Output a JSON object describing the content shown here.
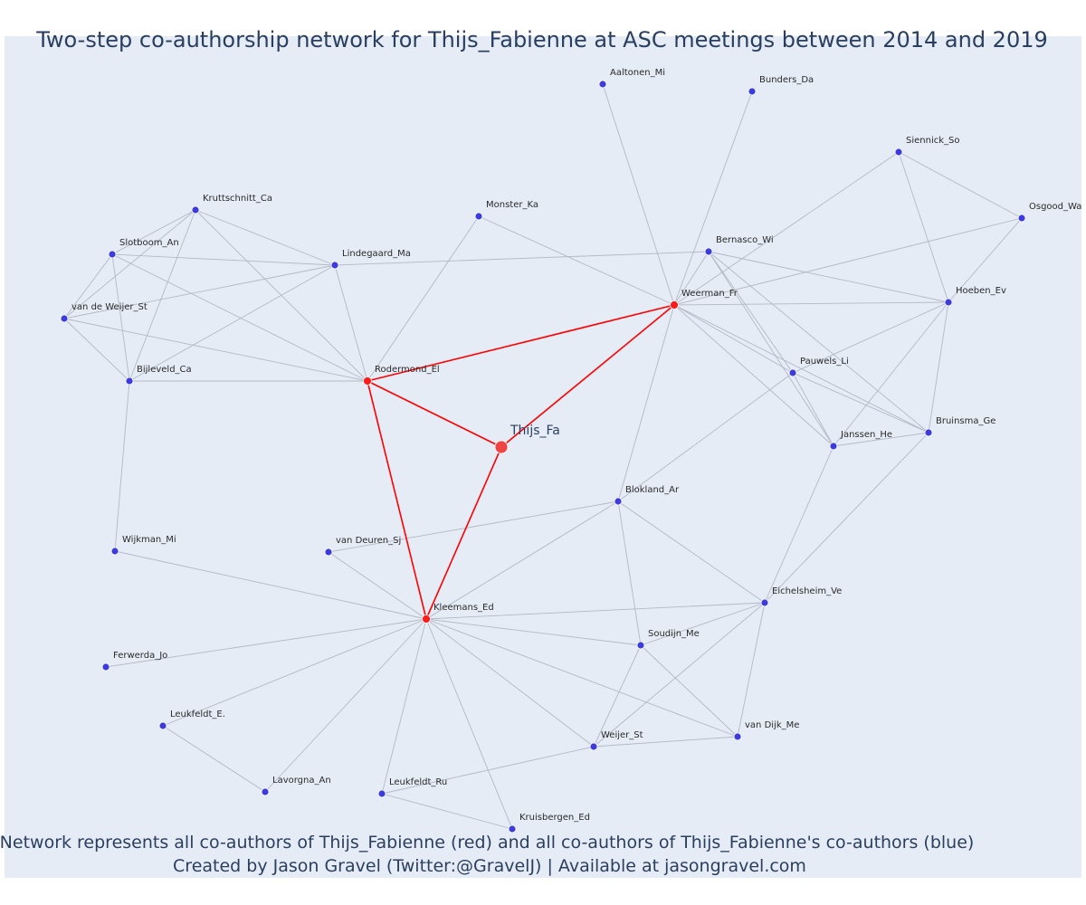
{
  "title": "Two-step co-authorship network for Thijs_Fabienne at ASC meetings between 2014 and 2019",
  "caption_line1": "Network represents all co-authors of Thijs_Fabienne (red) and all co-authors of Thijs_Fabienne's co-authors (blue)",
  "caption_line2": "Created by Jason Gravel (Twitter:@GravelJ) | Available at jasongravel.com",
  "colors": {
    "background": "#e5ecf6",
    "center_node": "#ef4444",
    "first_step_node": "#ff1a1a",
    "second_step_node": "#3b3bde",
    "red_edge": "#ff0000",
    "grey_edge": "#b4b8c6",
    "node_outline": "#ffffff"
  },
  "nodes": [
    {
      "id": "Thijs_Fa",
      "group": "center"
    },
    {
      "id": "Rodermond_El",
      "group": "first"
    },
    {
      "id": "Weerman_Fr",
      "group": "first"
    },
    {
      "id": "Kleemans_Ed",
      "group": "first"
    },
    {
      "id": "Aaltonen_Mi",
      "group": "second"
    },
    {
      "id": "Bunders_Da",
      "group": "second"
    },
    {
      "id": "Siennick_So",
      "group": "second"
    },
    {
      "id": "Osgood_Wa",
      "group": "second"
    },
    {
      "id": "Kruttschnitt_Ca",
      "group": "second"
    },
    {
      "id": "Monster_Ka",
      "group": "second"
    },
    {
      "id": "Slotboom_An",
      "group": "second"
    },
    {
      "id": "Lindegaard_Ma",
      "group": "second"
    },
    {
      "id": "Bernasco_Wi",
      "group": "second"
    },
    {
      "id": "Hoeben_Ev",
      "group": "second"
    },
    {
      "id": "van de Weijer_St",
      "group": "second"
    },
    {
      "id": "Bijleveld_Ca",
      "group": "second"
    },
    {
      "id": "Pauwels_Li",
      "group": "second"
    },
    {
      "id": "Bruinsma_Ge",
      "group": "second"
    },
    {
      "id": "Janssen_He",
      "group": "second"
    },
    {
      "id": "Blokland_Ar",
      "group": "second"
    },
    {
      "id": "Wijkman_Mi",
      "group": "second"
    },
    {
      "id": "van Deuren_Sj",
      "group": "second"
    },
    {
      "id": "Eichelsheim_Ve",
      "group": "second"
    },
    {
      "id": "Soudijn_Me",
      "group": "second"
    },
    {
      "id": "Ferwerda_Jo",
      "group": "second"
    },
    {
      "id": "Leukfeldt_E.",
      "group": "second"
    },
    {
      "id": "van Dijk_Me",
      "group": "second"
    },
    {
      "id": "Weijer_St",
      "group": "second"
    },
    {
      "id": "Lavorgna_An",
      "group": "second"
    },
    {
      "id": "Leukfeldt_Ru",
      "group": "second"
    },
    {
      "id": "Kruisbergen_Ed",
      "group": "second"
    }
  ],
  "edges": [
    [
      "Thijs_Fa",
      "Rodermond_El",
      "red"
    ],
    [
      "Thijs_Fa",
      "Weerman_Fr",
      "red"
    ],
    [
      "Thijs_Fa",
      "Kleemans_Ed",
      "red"
    ],
    [
      "Rodermond_El",
      "Weerman_Fr",
      "red"
    ],
    [
      "Rodermond_El",
      "Kleemans_Ed",
      "red"
    ],
    [
      "Kruttschnitt_Ca",
      "Lindegaard_Ma",
      "grey"
    ],
    [
      "Kruttschnitt_Ca",
      "Rodermond_El",
      "grey"
    ],
    [
      "Kruttschnitt_Ca",
      "Slotboom_An",
      "grey"
    ],
    [
      "Kruttschnitt_Ca",
      "van de Weijer_St",
      "grey"
    ],
    [
      "Kruttschnitt_Ca",
      "Bijleveld_Ca",
      "grey"
    ],
    [
      "Slotboom_An",
      "Lindegaard_Ma",
      "grey"
    ],
    [
      "Slotboom_An",
      "Rodermond_El",
      "grey"
    ],
    [
      "Slotboom_An",
      "van de Weijer_St",
      "grey"
    ],
    [
      "Slotboom_An",
      "Bijleveld_Ca",
      "grey"
    ],
    [
      "van de Weijer_St",
      "Lindegaard_Ma",
      "grey"
    ],
    [
      "van de Weijer_St",
      "Rodermond_El",
      "grey"
    ],
    [
      "van de Weijer_St",
      "Bijleveld_Ca",
      "grey"
    ],
    [
      "Bijleveld_Ca",
      "Lindegaard_Ma",
      "grey"
    ],
    [
      "Bijleveld_Ca",
      "Rodermond_El",
      "grey"
    ],
    [
      "Bijleveld_Ca",
      "Wijkman_Mi",
      "grey"
    ],
    [
      "Lindegaard_Ma",
      "Rodermond_El",
      "grey"
    ],
    [
      "Lindegaard_Ma",
      "Bernasco_Wi",
      "grey"
    ],
    [
      "Monster_Ka",
      "Rodermond_El",
      "grey"
    ],
    [
      "Monster_Ka",
      "Weerman_Fr",
      "grey"
    ],
    [
      "Aaltonen_Mi",
      "Weerman_Fr",
      "grey"
    ],
    [
      "Bunders_Da",
      "Weerman_Fr",
      "grey"
    ],
    [
      "Siennick_So",
      "Weerman_Fr",
      "grey"
    ],
    [
      "Siennick_So",
      "Osgood_Wa",
      "grey"
    ],
    [
      "Siennick_So",
      "Hoeben_Ev",
      "grey"
    ],
    [
      "Osgood_Wa",
      "Weerman_Fr",
      "grey"
    ],
    [
      "Osgood_Wa",
      "Hoeben_Ev",
      "grey"
    ],
    [
      "Bernasco_Wi",
      "Weerman_Fr",
      "grey"
    ],
    [
      "Bernasco_Wi",
      "Hoeben_Ev",
      "grey"
    ],
    [
      "Bernasco_Wi",
      "Pauwels_Li",
      "grey"
    ],
    [
      "Bernasco_Wi",
      "Janssen_He",
      "grey"
    ],
    [
      "Bernasco_Wi",
      "Bruinsma_Ge",
      "grey"
    ],
    [
      "Weerman_Fr",
      "Hoeben_Ev",
      "grey"
    ],
    [
      "Weerman_Fr",
      "Pauwels_Li",
      "grey"
    ],
    [
      "Weerman_Fr",
      "Janssen_He",
      "grey"
    ],
    [
      "Weerman_Fr",
      "Bruinsma_Ge",
      "grey"
    ],
    [
      "Weerman_Fr",
      "Blokland_Ar",
      "grey"
    ],
    [
      "Hoeben_Ev",
      "Pauwels_Li",
      "grey"
    ],
    [
      "Hoeben_Ev",
      "Janssen_He",
      "grey"
    ],
    [
      "Hoeben_Ev",
      "Bruinsma_Ge",
      "grey"
    ],
    [
      "Pauwels_Li",
      "Janssen_He",
      "grey"
    ],
    [
      "Pauwels_Li",
      "Bruinsma_Ge",
      "grey"
    ],
    [
      "Pauwels_Li",
      "Blokland_Ar",
      "grey"
    ],
    [
      "Janssen_He",
      "Bruinsma_Ge",
      "grey"
    ],
    [
      "Janssen_He",
      "Eichelsheim_Ve",
      "grey"
    ],
    [
      "Bruinsma_Ge",
      "Eichelsheim_Ve",
      "grey"
    ],
    [
      "Blokland_Ar",
      "van Deuren_Sj",
      "grey"
    ],
    [
      "Blokland_Ar",
      "Kleemans_Ed",
      "grey"
    ],
    [
      "Blokland_Ar",
      "Eichelsheim_Ve",
      "grey"
    ],
    [
      "Blokland_Ar",
      "Soudijn_Me",
      "grey"
    ],
    [
      "Wijkman_Mi",
      "Kleemans_Ed",
      "grey"
    ],
    [
      "van Deuren_Sj",
      "Kleemans_Ed",
      "grey"
    ],
    [
      "Kleemans_Ed",
      "Eichelsheim_Ve",
      "grey"
    ],
    [
      "Kleemans_Ed",
      "Soudijn_Me",
      "grey"
    ],
    [
      "Kleemans_Ed",
      "Ferwerda_Jo",
      "grey"
    ],
    [
      "Kleemans_Ed",
      "Leukfeldt_E.",
      "grey"
    ],
    [
      "Kleemans_Ed",
      "Lavorgna_An",
      "grey"
    ],
    [
      "Kleemans_Ed",
      "Leukfeldt_Ru",
      "grey"
    ],
    [
      "Kleemans_Ed",
      "Kruisbergen_Ed",
      "grey"
    ],
    [
      "Kleemans_Ed",
      "Weijer_St",
      "grey"
    ],
    [
      "Kleemans_Ed",
      "van Dijk_Me",
      "grey"
    ],
    [
      "Eichelsheim_Ve",
      "Soudijn_Me",
      "grey"
    ],
    [
      "Eichelsheim_Ve",
      "van Dijk_Me",
      "grey"
    ],
    [
      "Eichelsheim_Ve",
      "Weijer_St",
      "grey"
    ],
    [
      "Soudijn_Me",
      "Weijer_St",
      "grey"
    ],
    [
      "Soudijn_Me",
      "van Dijk_Me",
      "grey"
    ],
    [
      "Weijer_St",
      "van Dijk_Me",
      "grey"
    ],
    [
      "Weijer_St",
      "Leukfeldt_Ru",
      "grey"
    ],
    [
      "Leukfeldt_E.",
      "Lavorgna_An",
      "grey"
    ],
    [
      "Leukfeldt_Ru",
      "Kruisbergen_Ed",
      "grey"
    ]
  ]
}
